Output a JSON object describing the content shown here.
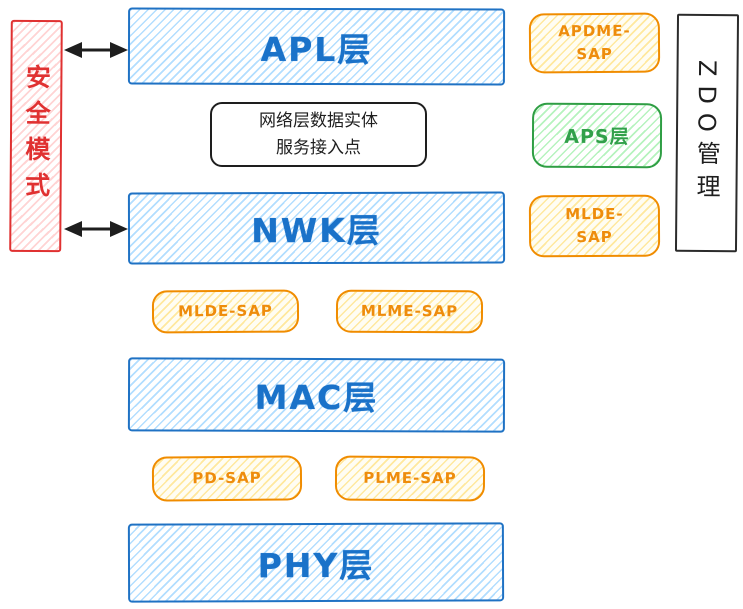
{
  "colors": {
    "blue_stroke": "#1971c2",
    "blue_fill": "#a5d8ff",
    "orange_stroke": "#f08c00",
    "orange_fill": "#ffec99",
    "green_stroke": "#2f9e44",
    "green_fill": "#b2f2bb",
    "red_stroke": "#e03131",
    "red_fill": "#ffc9c9",
    "ink_black": "#1e1e1e"
  },
  "security_panel": {
    "label": "安全模式"
  },
  "zdo_panel": {
    "label": "ZDO管理"
  },
  "layers": {
    "apl": {
      "label": "APL层"
    },
    "nwk": {
      "label": "NWK层"
    },
    "mac": {
      "label": "MAC层"
    },
    "phy": {
      "label": "PHY层"
    }
  },
  "nsap_note": {
    "line1": "网络层数据实体",
    "line2": "服务接入点"
  },
  "aps_layer": {
    "label": "APS层"
  },
  "saps": {
    "apdme_right": {
      "label": "APDME-SAP"
    },
    "mlde_right": {
      "label": "MLDE-SAP"
    },
    "mlde_mid": {
      "label": "MLDE-SAP"
    },
    "mlme_mid": {
      "label": "MLME-SAP"
    },
    "pd_bottom": {
      "label": "PD-SAP"
    },
    "plme_bottom": {
      "label": "PLME-SAP"
    }
  },
  "icons": {
    "security_link": "double-headed-arrow"
  }
}
